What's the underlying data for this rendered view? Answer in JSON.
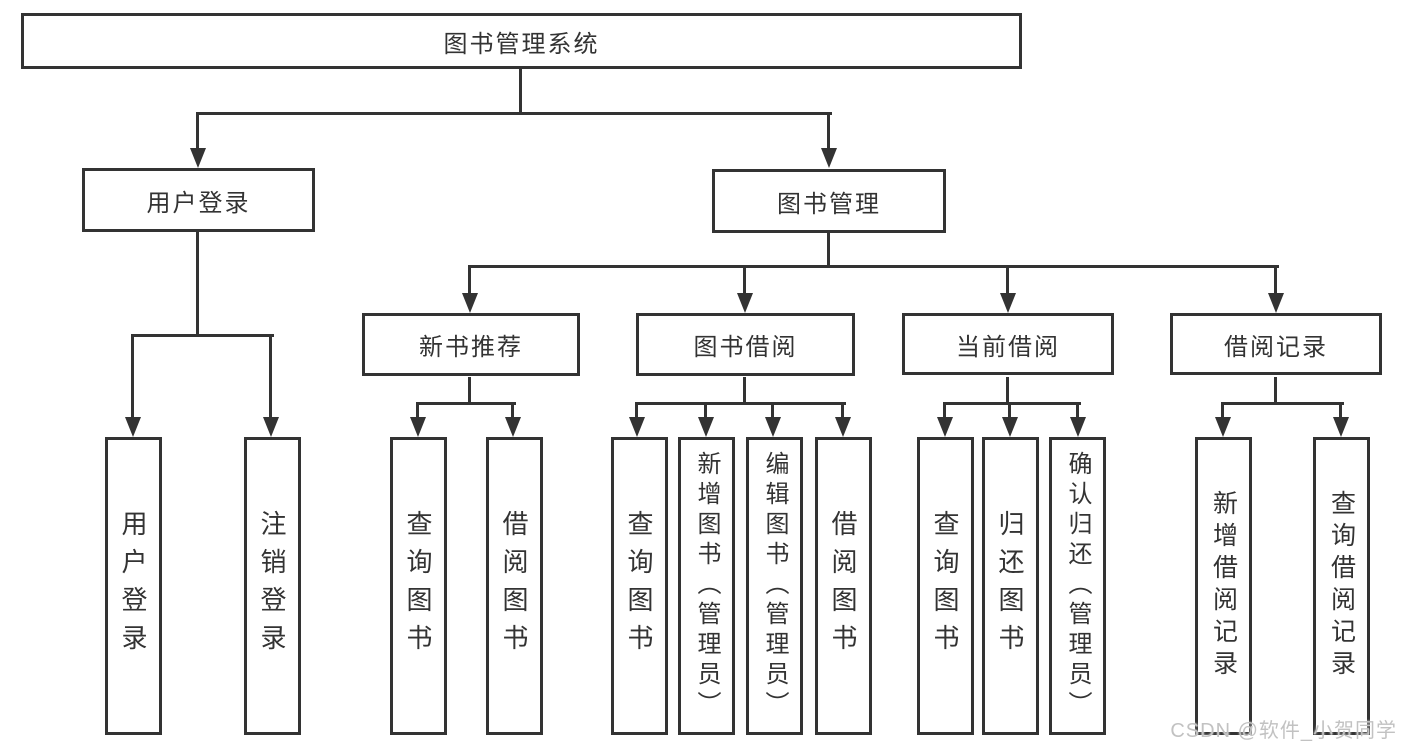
{
  "palette": {
    "line": "#333333",
    "text": "#333333",
    "background": "#ffffff",
    "watermark": "#c2c2c2"
  },
  "watermark": {
    "text": "CSDN @软件_小贺同学"
  },
  "tree": {
    "root": {
      "label": "图书管理系统"
    },
    "branches": [
      {
        "label": "用户登录",
        "leaves": [
          {
            "label": "用户登录"
          },
          {
            "label": "注销登录"
          }
        ]
      },
      {
        "label": "图书管理",
        "children": [
          {
            "label": "新书推荐",
            "leaves": [
              {
                "label": "查询图书"
              },
              {
                "label": "借阅图书"
              }
            ]
          },
          {
            "label": "图书借阅",
            "leaves": [
              {
                "label": "查询图书"
              },
              {
                "label": "新增图书（管理员）"
              },
              {
                "label": "编辑图书（管理员）"
              },
              {
                "label": "借阅图书"
              }
            ]
          },
          {
            "label": "当前借阅",
            "leaves": [
              {
                "label": "查询图书"
              },
              {
                "label": "归还图书"
              },
              {
                "label": "确认归还（管理员）"
              }
            ]
          },
          {
            "label": "借阅记录",
            "leaves": [
              {
                "label": "新增借阅记录"
              },
              {
                "label": "查询借阅记录"
              }
            ]
          }
        ]
      }
    ]
  }
}
